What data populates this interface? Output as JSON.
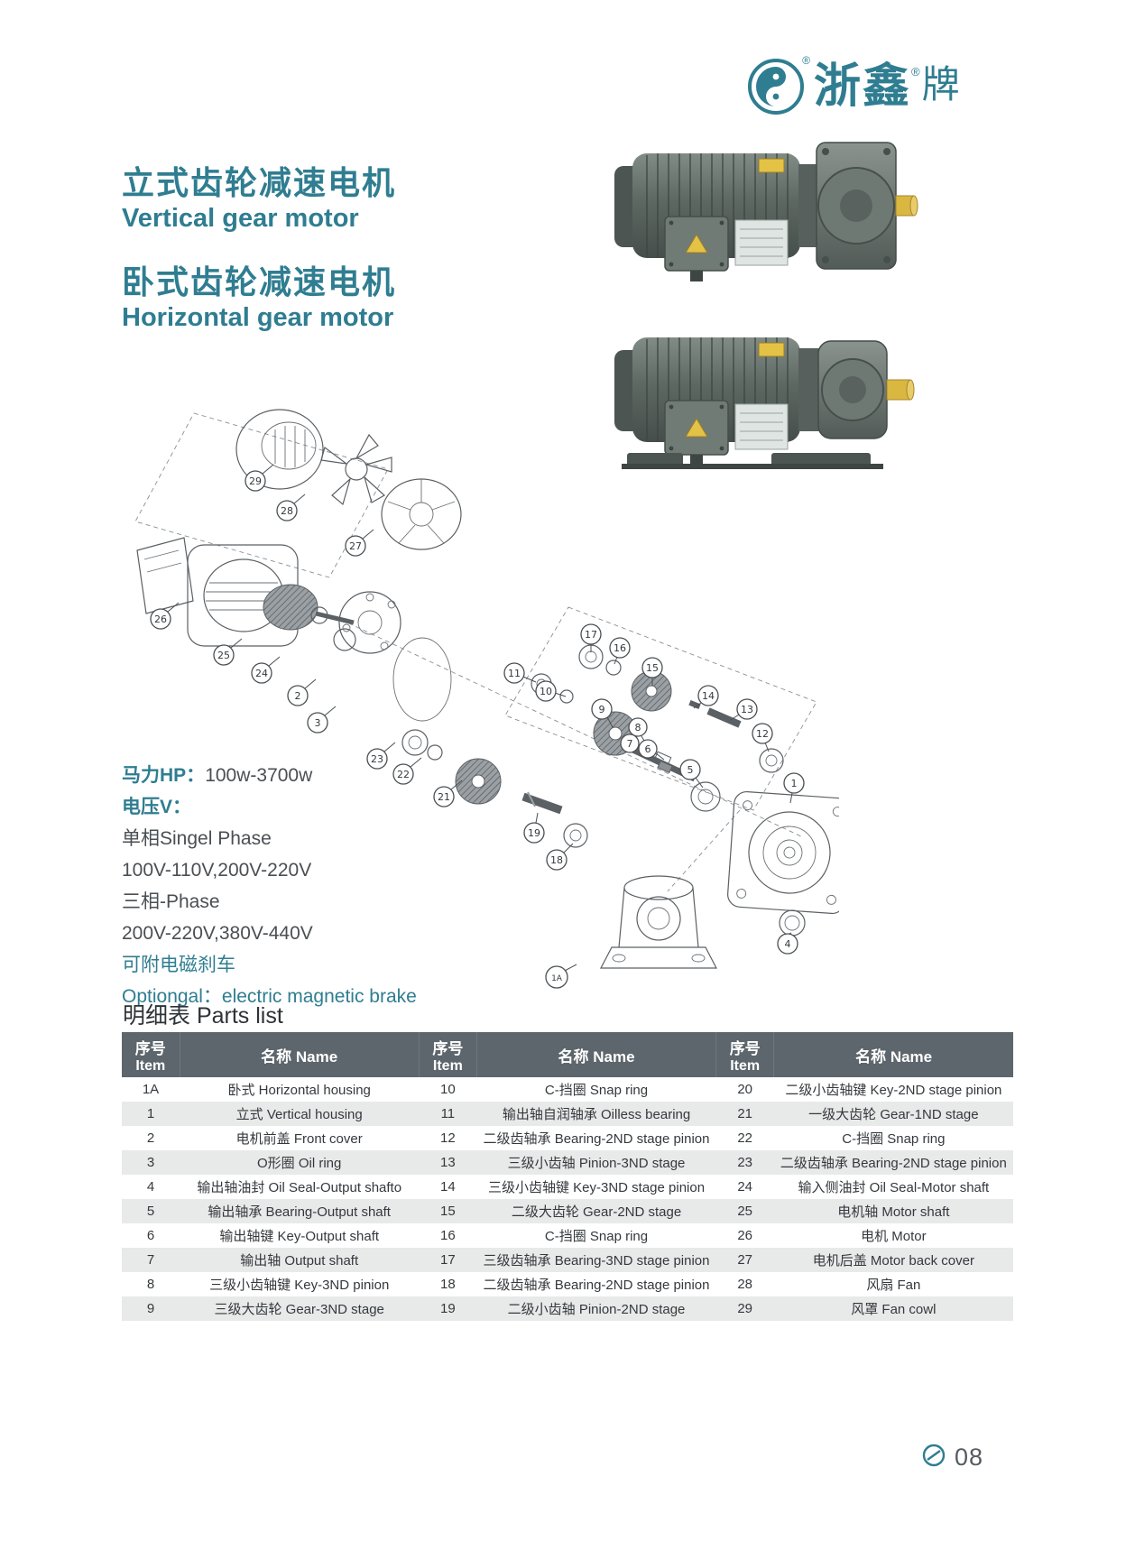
{
  "colors": {
    "accent": "#2f7d91",
    "table_header_bg": "#5d666c",
    "row_alt_bg": "#e8e9e9",
    "shaft_yellow": "#d9b741",
    "motor_gray": "#5e6863"
  },
  "brand": {
    "name_main": "浙鑫",
    "name_suffix": "牌",
    "reg": "®"
  },
  "titles": {
    "vertical_cn": "立式齿轮减速电机",
    "vertical_en": "Vertical gear motor",
    "horizontal_cn": "卧式齿轮减速电机",
    "horizontal_en": "Horizontal gear motor"
  },
  "specs": {
    "hp_label": "马力HP：",
    "hp_value": "100w-3700w",
    "voltage_label": "电压V：",
    "phase1": "单相Singel Phase",
    "phase1_v": "100V-110V,200V-220V",
    "phase3": "三相-Phase",
    "phase3_v": "200V-220V,380V-440V",
    "brake_cn": "可附电磁刹车",
    "brake_en": "Optiongal：electric magnetic brake"
  },
  "parts_list": {
    "title": "明细表 Parts list",
    "headers": {
      "item_cn": "序号",
      "item_en": "Item",
      "name": "名称 Name"
    },
    "rows": [
      [
        "1A",
        "卧式 Horizontal housing",
        "10",
        "C-挡圈 Snap ring",
        "20",
        "二级小齿轴键 Key-2ND stage pinion"
      ],
      [
        "1",
        "立式 Vertical housing",
        "11",
        "输出轴自润轴承 Oilless bearing",
        "21",
        "一级大齿轮 Gear-1ND stage"
      ],
      [
        "2",
        "电机前盖 Front cover",
        "12",
        "二级齿轴承 Bearing-2ND stage pinion",
        "22",
        "C-挡圈 Snap ring"
      ],
      [
        "3",
        "O形圈 Oil ring",
        "13",
        "三级小齿轴 Pinion-3ND stage",
        "23",
        "二级齿轴承 Bearing-2ND stage pinion"
      ],
      [
        "4",
        "输出轴油封 Oil Seal-Output shafto",
        "14",
        "三级小齿轴键 Key-3ND stage pinion",
        "24",
        "输入侧油封 Oil Seal-Motor shaft"
      ],
      [
        "5",
        "输出轴承 Bearing-Output shaft",
        "15",
        "二级大齿轮 Gear-2ND stage",
        "25",
        "电机轴 Motor shaft"
      ],
      [
        "6",
        "输出轴键 Key-Output shaft",
        "16",
        "C-挡圈 Snap ring",
        "26",
        "电机 Motor"
      ],
      [
        "7",
        "输出轴 Output shaft",
        "17",
        "三级齿轴承 Bearing-3ND stage pinion",
        "27",
        "电机后盖 Motor back cover"
      ],
      [
        "8",
        "三级小齿轴键 Key-3ND pinion",
        "18",
        "二级齿轴承 Bearing-2ND stage pinion",
        "28",
        "风扇 Fan"
      ],
      [
        "9",
        "三级大齿轮 Gear-3ND stage",
        "19",
        "二级小齿轴 Pinion-2ND stage",
        "29",
        "风罩 Fan cowl"
      ]
    ]
  },
  "diagram": {
    "balloons": {
      "b29": "29",
      "b28": "28",
      "b27": "27",
      "b26": "26",
      "b25": "25",
      "b24": "24",
      "b2": "2",
      "b3": "3",
      "b23": "23",
      "b22": "22",
      "b21": "21",
      "b19": "19",
      "b18": "18",
      "b11": "11",
      "b10": "10",
      "b9": "9",
      "b8": "8",
      "b7": "7",
      "b6": "6",
      "b5": "5",
      "b17": "17",
      "b16": "16",
      "b15": "15",
      "b14": "14",
      "b13": "13",
      "b12": "12",
      "b1": "1",
      "b4": "4",
      "b1A": "1A"
    }
  },
  "footer": {
    "page_number": "08"
  }
}
